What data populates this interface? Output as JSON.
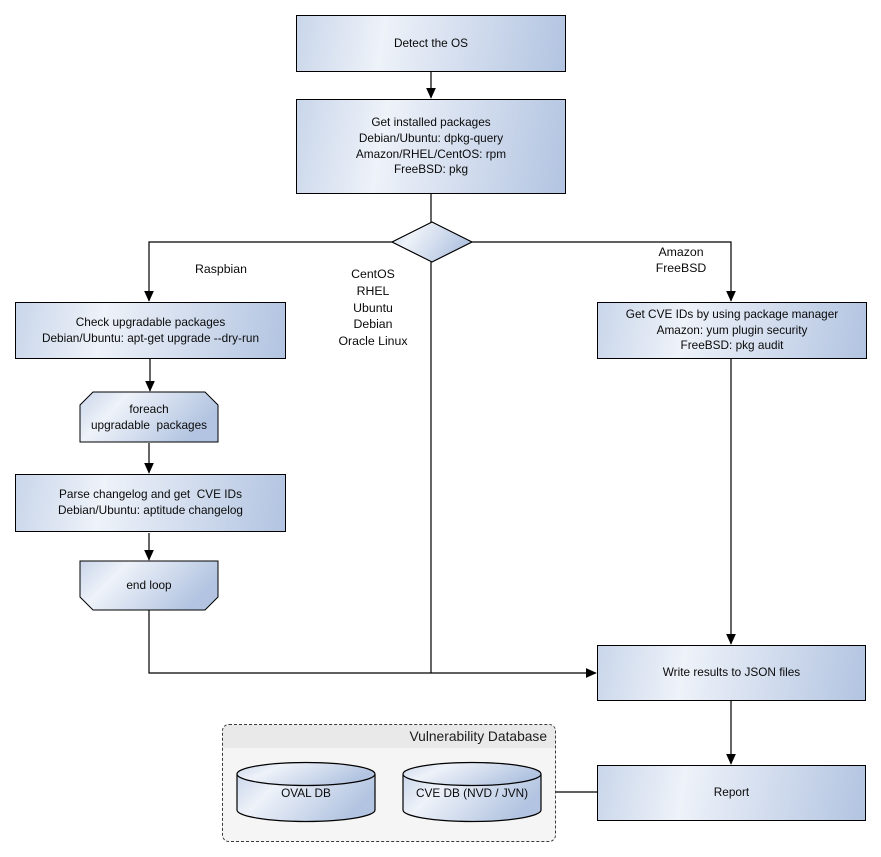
{
  "colors": {
    "background": "#ffffff",
    "node_border": "#000000",
    "node_gradient_start": "#c9d6ea",
    "node_gradient_mid": "#eef2f9",
    "node_gradient_end": "#b2c4e1",
    "connector": "#000000",
    "container_bg": "#f5f5f6",
    "container_header_bg": "#e9e9ea"
  },
  "nodes": {
    "detect_os": {
      "lines": [
        "Detect the OS"
      ]
    },
    "get_installed_packages": {
      "lines": [
        "Get installed packages",
        "Debian/Ubuntu: dpkg-query",
        "Amazon/RHEL/CentOS: rpm",
        "FreeBSD: pkg"
      ]
    },
    "check_upgradable": {
      "lines": [
        "Check upgradable packages",
        "Debian/Ubuntu: apt-get upgrade --dry-run"
      ]
    },
    "foreach_loop_start": {
      "lines": [
        "foreach",
        "upgradable  packages"
      ]
    },
    "parse_changelog": {
      "lines": [
        "Parse changelog and get  CVE IDs",
        "Debian/Ubuntu: aptitude changelog"
      ]
    },
    "end_loop": {
      "lines": [
        "end loop"
      ]
    },
    "get_cve_ids": {
      "lines": [
        "Get CVE IDs by using package manager",
        "Amazon: yum plugin security",
        "FreeBSD: pkg audit"
      ]
    },
    "write_results": {
      "lines": [
        "Write results to JSON files"
      ]
    },
    "report": {
      "lines": [
        "Report"
      ]
    }
  },
  "branch_labels": {
    "left": "Raspbian",
    "middle": [
      "CentOS",
      "RHEL",
      "Ubuntu",
      "Debian",
      "Oracle Linux"
    ],
    "right": [
      "Amazon",
      "FreeBSD"
    ]
  },
  "vulnerability_database": {
    "title": "Vulnerability Database",
    "cylinders": [
      "OVAL DB",
      "CVE DB (NVD / JVN)"
    ]
  }
}
